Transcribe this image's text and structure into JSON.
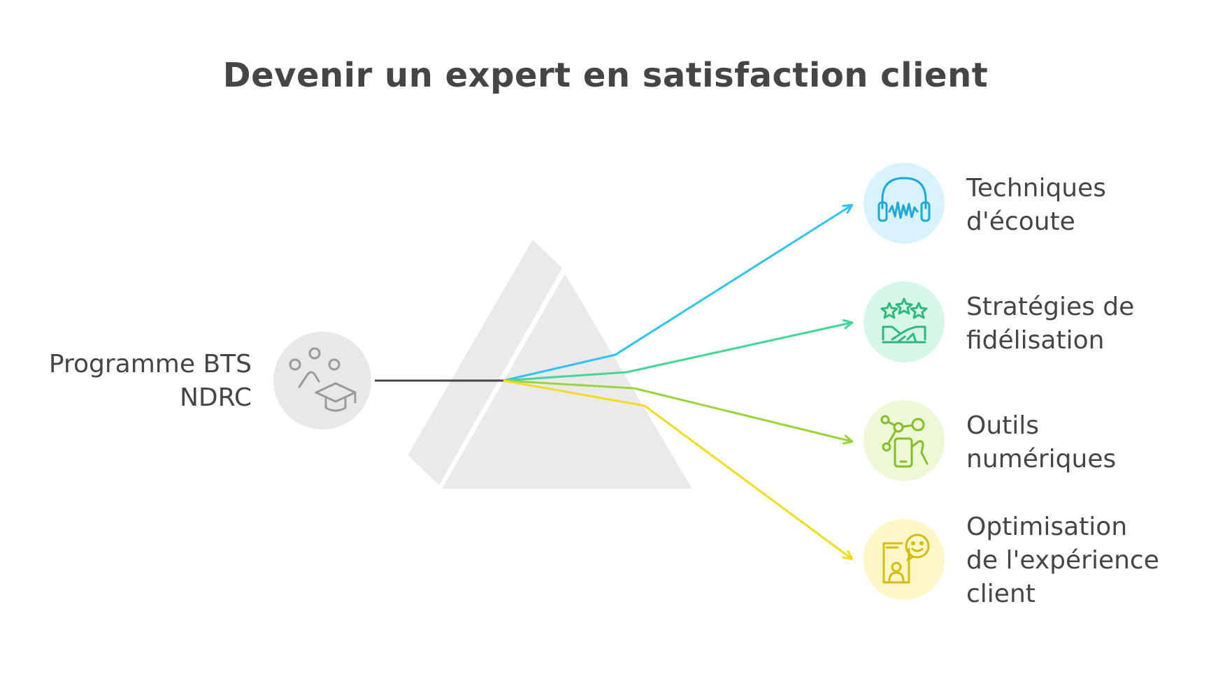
{
  "title": "Devenir un expert en satisfaction client",
  "source": {
    "label_lines": [
      "Programme BTS",
      "NDRC"
    ],
    "icon": "graduation-cap-icon",
    "circle_color": "#e8e8e8",
    "icon_color": "#9a9a9a"
  },
  "prism": {
    "color": "#eaeaea"
  },
  "outputs": [
    {
      "label_lines": [
        "Techniques",
        "d'écoute"
      ],
      "icon": "headphones-icon",
      "color": "#2ec4f1",
      "circle_color": "#d8f3fd"
    },
    {
      "label_lines": [
        "Stratégies de",
        "fidélisation"
      ],
      "icon": "stars-handshake-icon",
      "color": "#43d698",
      "circle_color": "#d6f7e8"
    },
    {
      "label_lines": [
        "Outils",
        "numériques"
      ],
      "icon": "digital-tools-icon",
      "color": "#9ad43a",
      "circle_color": "#ecf8d6"
    },
    {
      "label_lines": [
        "Optimisation",
        "de l'expérience",
        "client"
      ],
      "icon": "client-experience-icon",
      "color": "#f2dc1c",
      "circle_color": "#fdf7c8"
    }
  ]
}
